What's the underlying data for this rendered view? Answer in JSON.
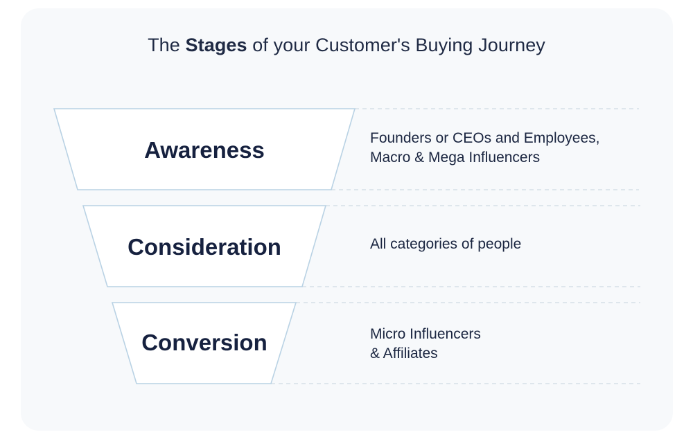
{
  "title": {
    "prefix": "The",
    "bold": "Stages",
    "suffix": "of your Customer's Buying Journey"
  },
  "stages": [
    {
      "name": "Awareness",
      "description_lines": [
        "Founders or CEOs and Employees,",
        "Macro & Mega Influencers"
      ]
    },
    {
      "name": "Consideration",
      "description_lines": [
        "All categories of people"
      ]
    },
    {
      "name": "Conversion",
      "description_lines": [
        "Micro Influencers",
        "& Affiliates"
      ]
    }
  ],
  "colors": {
    "card_background": "#f7f9fb",
    "funnel_fill": "#ffffff",
    "funnel_stroke": "#b9d2e4",
    "dashed_line": "#d5dfe8",
    "text": "#16213f"
  }
}
